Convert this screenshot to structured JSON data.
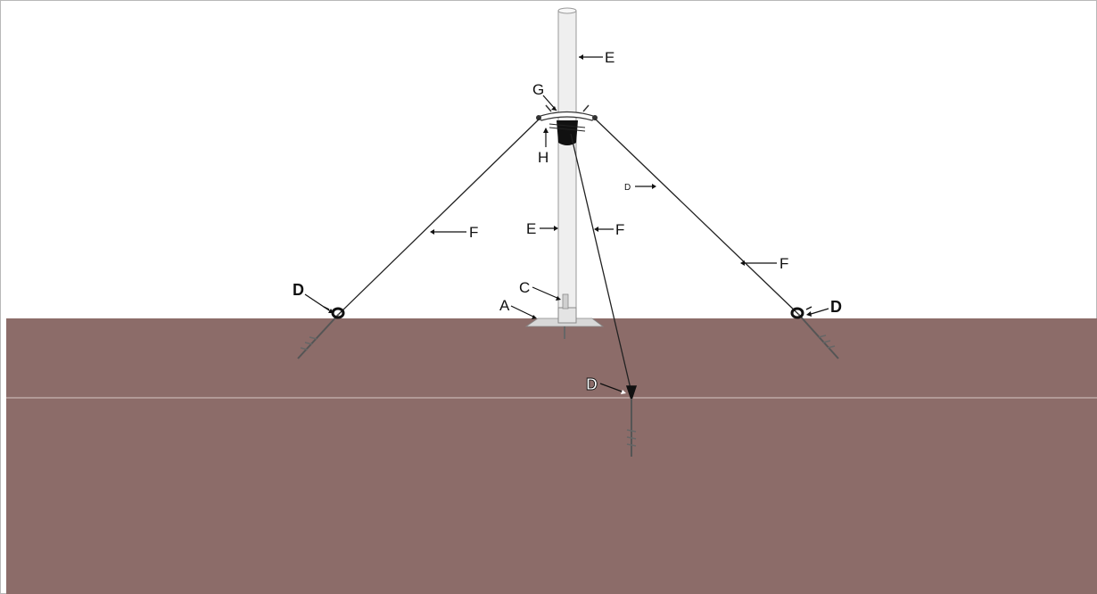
{
  "colors": {
    "background": "#ffffff",
    "ground": "#8c6c69",
    "ground_line": "#c9b5b3",
    "mast": "#efefef",
    "mast_outline": "#9a9a9a",
    "guy_wire": "#222222",
    "anchor": "#555555"
  },
  "labels": {
    "A": "A",
    "C": "C",
    "D_left": "D",
    "D_right": "D",
    "D_center": "D",
    "D_wire": "D",
    "E_top": "E",
    "E_mid": "E",
    "F_left": "F",
    "F_center": "F",
    "F_right": "F",
    "G": "G",
    "H": "H"
  },
  "icons": {
    "mast": "mast-pole-icon",
    "guy_ring": "guy-ring-icon",
    "clamp": "mast-clamp-icon",
    "base_plate": "base-plate-icon",
    "anchor": "ground-anchor-icon"
  }
}
